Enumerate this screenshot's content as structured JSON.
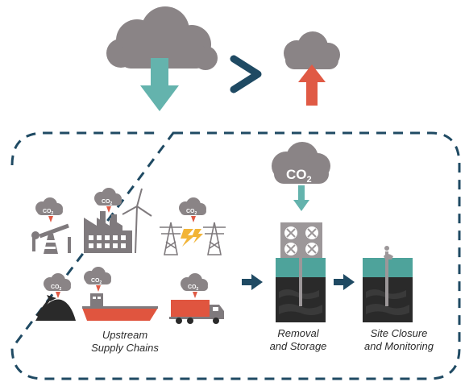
{
  "labels": {
    "upstream_line1": "Upstream",
    "upstream_line2": "Supply Chains",
    "removal_line1": "Removal",
    "removal_line2": "and Storage",
    "closure_line1": "Site Closure",
    "closure_line2": "and Monitoring"
  },
  "co2_badges": {
    "large": "CO",
    "small": "CO",
    "subscript": "2"
  },
  "colors": {
    "cloud": "#8a8486",
    "cloud_light": "#d6d3d4",
    "teal_arrow": "#64b3ad",
    "red_arrow": "#e05a45",
    "navy": "#1f4a63",
    "dashed_border": "#1f4a63",
    "rock": "#2a2a2a",
    "water": "#4ea39b",
    "lightning": "#f2b437",
    "ship": "#e0553f",
    "truck": "#e0553f",
    "industry": "#7f7a7d"
  },
  "icons": [
    "cloud-large-icon",
    "down-arrow-icon",
    "greater-than-icon",
    "cloud-small-icon",
    "up-arrow-icon",
    "pump-jack-icon",
    "factory-icon",
    "wind-turbine-icon",
    "power-line-icon",
    "mine-icon",
    "ship-icon",
    "truck-icon",
    "co2-cloud-icon",
    "direct-air-capture-icon",
    "storage-well-icon",
    "closed-well-icon"
  ]
}
